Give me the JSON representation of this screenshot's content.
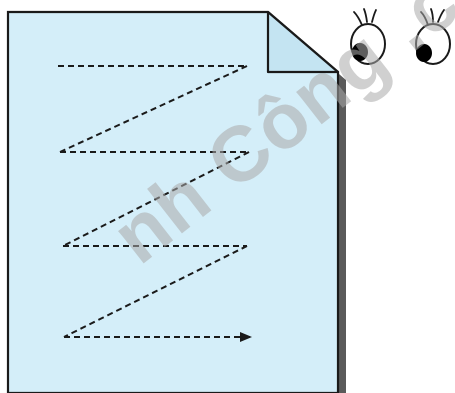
{
  "illustration": {
    "description_icon": "document-reading-path",
    "colors": {
      "page_fill": "#d4eef9",
      "page_outline": "#1a1a1a",
      "page_shadow": "#5a5a5a",
      "fold_fill": "#c4e4f2",
      "path_stroke": "#1a1a1a",
      "eye_white": "#ffffff",
      "pupil": "#000000"
    },
    "path_type": "z-pattern",
    "eyes_icon": "cartoon-eyes-icon",
    "arrow_icon": "arrowhead-icon"
  },
  "watermark": {
    "text": "nh Công .com"
  }
}
